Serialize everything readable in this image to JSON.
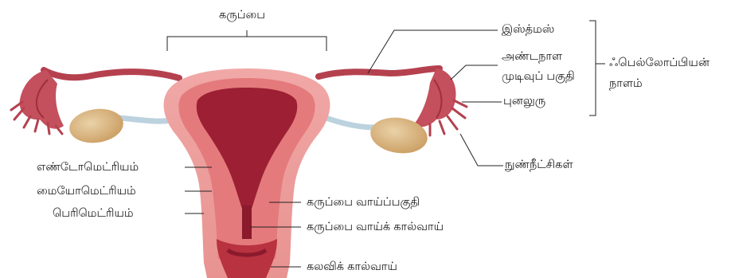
{
  "diagram": {
    "labels": {
      "uterus": "கருப்பை",
      "isthmus": "இஸ்த்மஸ்",
      "ampulla_line1": "அண்டநாள",
      "ampulla_line2": "முடிவுப் பகுதி",
      "infundibulum": "புனலுரு",
      "fimbriae": "நுண்நீட்சிகள்",
      "fallopian_tube_line1": "ஃபெல்லோப்பியன்",
      "fallopian_tube_line2": "நாளம்",
      "endometrium": "எண்டோமெட்ரியம்",
      "myometrium": "மையோமெட்ரியம்",
      "perimetrium": "பெரிமெட்ரியம்",
      "cervix": "கருப்பை வாய்ப்பகுதி",
      "cervical_canal": "கருப்பை வாய்க் கால்வாய்",
      "vagina": "கலவிக் கால்வாய்"
    },
    "colors": {
      "perimetrium": "#eea0a0",
      "myometrium": "#e47a7c",
      "endometrium_cavity": "#9c1f33",
      "tube": "#b5414f",
      "ovary": "#d8b27e",
      "ligament": "#bcd2de",
      "leader_line": "#222222"
    }
  }
}
